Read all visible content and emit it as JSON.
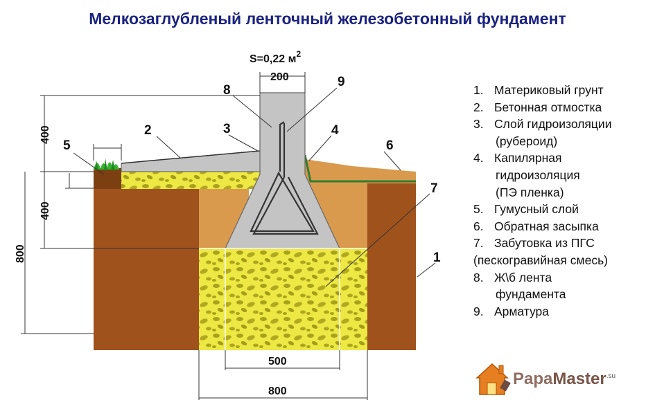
{
  "title": "Мелкозаглубленый ленточный железобетонный фундамент",
  "area_label": "S=0,22 м",
  "area_sup": "2",
  "dimensions": {
    "top_width": "200",
    "left_upper": "400",
    "left_lower": "400",
    "left_total": "800",
    "bottom_inner": "500",
    "bottom_outer": "800"
  },
  "callouts": [
    "1",
    "2",
    "3",
    "4",
    "5",
    "6",
    "7",
    "8",
    "9"
  ],
  "legend": [
    {
      "num": "1.",
      "lines": [
        "Материковый грунт"
      ]
    },
    {
      "num": "2.",
      "lines": [
        "Бетонная отмостка"
      ]
    },
    {
      "num": "3.",
      "lines": [
        "Слой гидроизоляции",
        "(рубероид)"
      ]
    },
    {
      "num": "4.",
      "lines": [
        "Капилярная",
        "гидроизоляция",
        "(ПЭ пленка)"
      ]
    },
    {
      "num": "5.",
      "lines": [
        "Гумусный слой"
      ]
    },
    {
      "num": "6.",
      "lines": [
        "Обратная засыпка"
      ]
    },
    {
      "num": "7.",
      "lines": [
        "Забутовка из ПГС",
        "(пескогравийная смесь)"
      ]
    },
    {
      "num": "8.",
      "lines": [
        "Ж\\б лента",
        "фундамента"
      ]
    },
    {
      "num": "9.",
      "lines": [
        "Арматура"
      ]
    }
  ],
  "logo": {
    "brand_a": "Papa",
    "brand_b": "Master",
    "domain": ".su"
  },
  "colors": {
    "soil": "#a0521c",
    "backfill": "#d99a4e",
    "sand": "#eeea45",
    "concrete": "#c4c4c4",
    "title": "#1a237e"
  }
}
